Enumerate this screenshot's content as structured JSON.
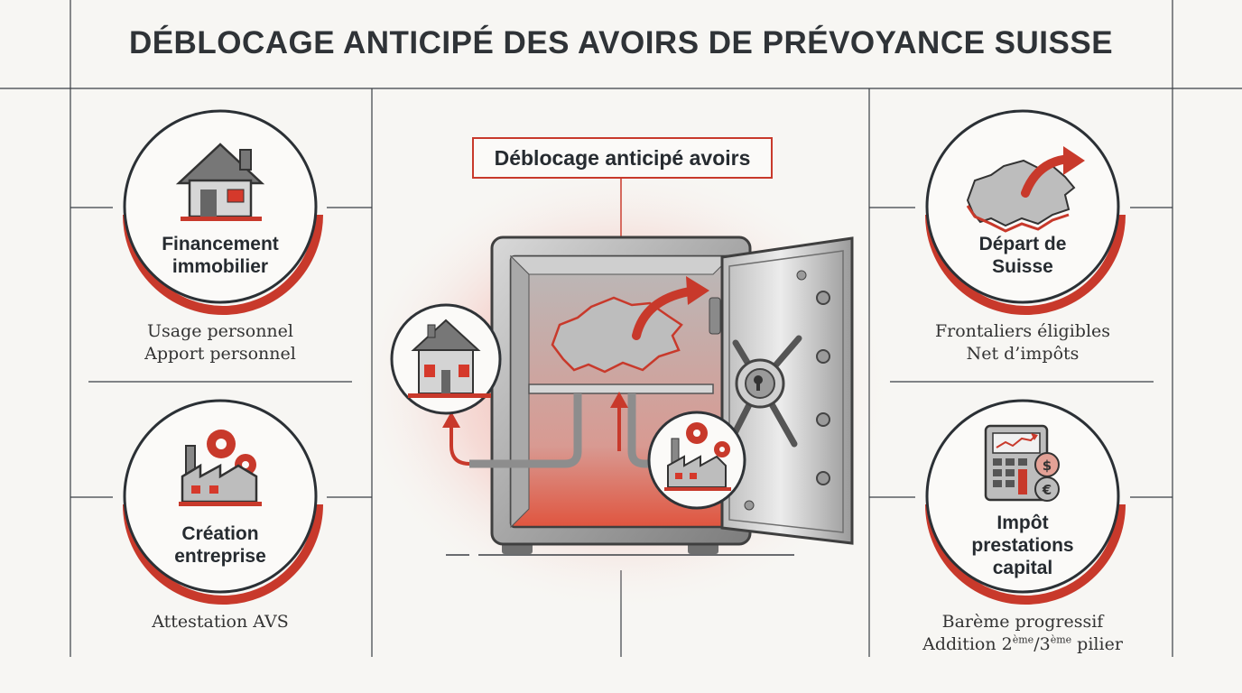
{
  "title": "DÉBLOCAGE ANTICIPÉ DES AVOIRS DE PRÉVOYANCE SUISSE",
  "center": {
    "label": "Déblocage anticipé avoirs"
  },
  "left_top": {
    "title_line1": "Financement",
    "title_line2": "immobilier",
    "desc_line1": "Usage personnel",
    "desc_line2": "Apport personnel",
    "icon": "house-icon"
  },
  "left_bottom": {
    "title_line1": "Création",
    "title_line2": "entreprise",
    "desc_line1": "Attestation AVS",
    "icon": "factory-gears-icon"
  },
  "right_top": {
    "title_line1": "Départ de",
    "title_line2": "Suisse",
    "desc_line1": "Frontaliers éligibles",
    "desc_line2": "Net d’impôts",
    "icon": "switzerland-arrow-icon"
  },
  "right_bottom": {
    "title_line1": "Impôt",
    "title_line2": "prestations",
    "title_line3": "capital",
    "desc_line1": "Barème progressif",
    "desc_line2_prefix": "Addition 2",
    "desc_sup1": "ème",
    "desc_slash": "/3",
    "desc_sup2": "ème",
    "desc_suffix": " pilier",
    "icon": "calculator-currency-icon"
  },
  "colors": {
    "accent": "#c8392b",
    "dark": "#2b3035",
    "gray": "#8c8f92",
    "background": "#f7f6f3"
  }
}
